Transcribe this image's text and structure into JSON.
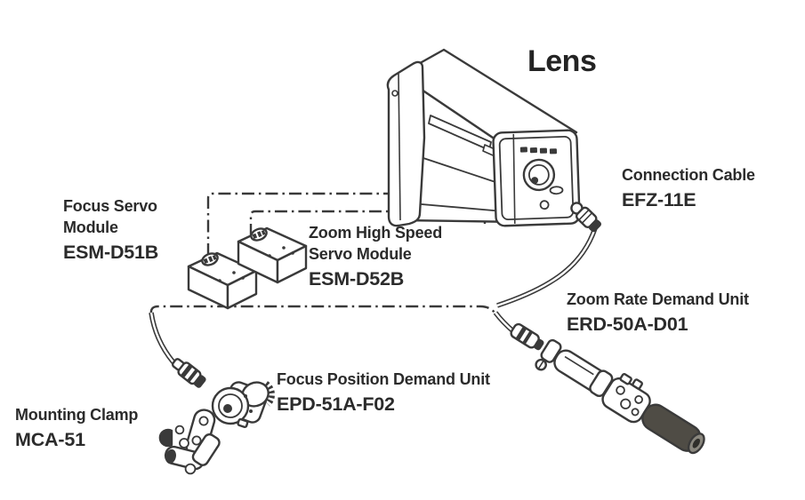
{
  "diagram": {
    "type": "accessory-connection-diagram",
    "colors": {
      "background": "#ffffff",
      "line": "#3a3a3a",
      "text": "#2b2b2b",
      "grip_dark": "#4f4c45",
      "grip_cap": "#8a877e"
    },
    "components": [
      "lens-illustration",
      "focus-servo-module-illustration",
      "zoom-high-speed-servo-module-illustration",
      "connection-cable-illustration",
      "zoom-rate-demand-unit-illustration",
      "focus-position-demand-unit-illustration",
      "mounting-clamp-illustration"
    ]
  },
  "labels": {
    "lens": {
      "title": "Lens"
    },
    "connection_cable": {
      "name": "Connection Cable",
      "code": "EFZ-11E"
    },
    "focus_servo_module": {
      "line1": "Focus Servo",
      "line2": "Module",
      "code": "ESM-D51B"
    },
    "zoom_servo_module": {
      "line1": "Zoom High Speed",
      "line2": "Servo Module",
      "code": "ESM-D52B"
    },
    "zoom_rate_demand": {
      "name": "Zoom Rate Demand Unit",
      "code": "ERD-50A-D01"
    },
    "focus_position_demand": {
      "name": "Focus Position Demand Unit",
      "code": "EPD-51A-F02"
    },
    "mounting_clamp": {
      "name": "Mounting Clamp",
      "code": "MCA-51"
    }
  }
}
